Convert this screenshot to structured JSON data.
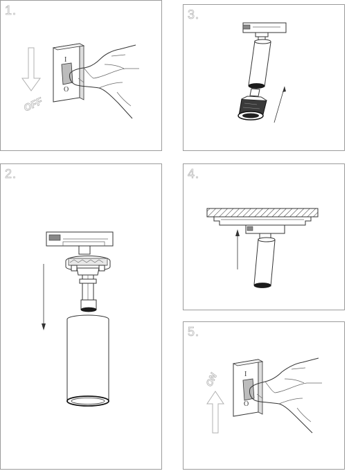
{
  "steps": [
    {
      "number": "1."
    },
    {
      "number": "2."
    },
    {
      "number": "3."
    },
    {
      "number": "4."
    },
    {
      "number": "5."
    }
  ],
  "switch": {
    "on_mark": "I",
    "off_mark": "O"
  },
  "labels": {
    "off": "OFF",
    "on": "ON"
  },
  "colors": {
    "border": "#9a9a9a",
    "line": "#333333",
    "number_outline": "#b9b9b9",
    "arrow_outline": "#b0b0b0"
  }
}
